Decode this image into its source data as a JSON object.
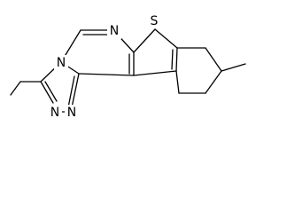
{
  "molecule": {
    "atoms": [
      {
        "id": "S1",
        "symbol": "S"
      },
      {
        "id": "N1",
        "symbol": "N"
      },
      {
        "id": "N2",
        "symbol": "N"
      },
      {
        "id": "N3",
        "symbol": "N"
      },
      {
        "id": "N4",
        "symbol": "N"
      }
    ],
    "colors": {
      "bond": "#000000",
      "label": "#000000",
      "background": "#ffffff"
    }
  }
}
